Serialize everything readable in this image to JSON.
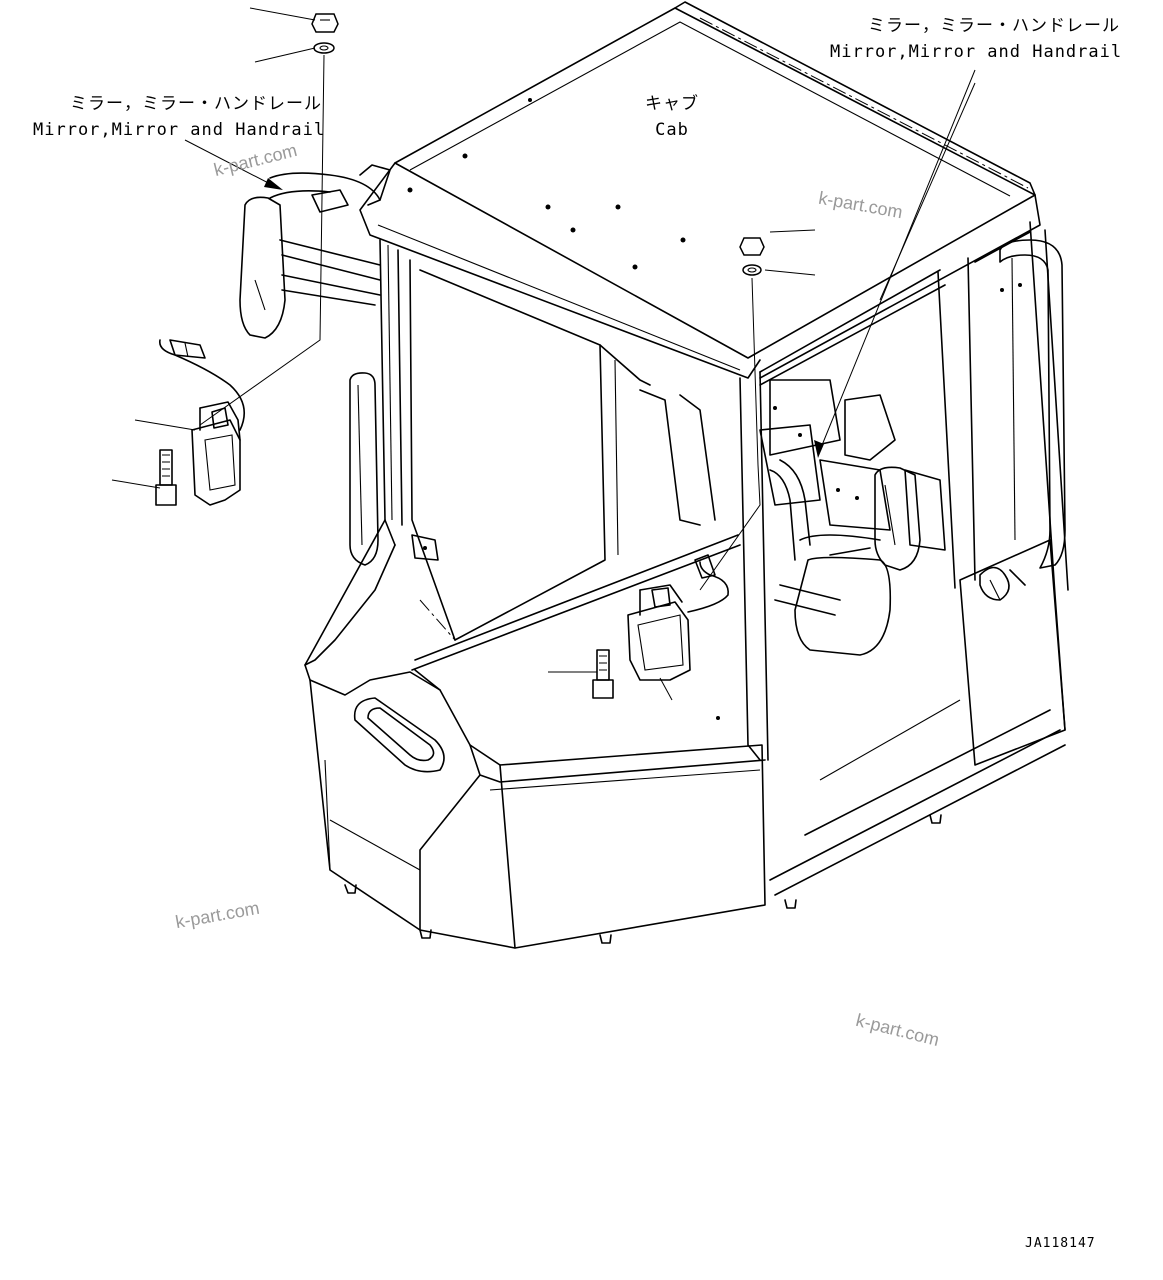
{
  "labels": {
    "mirror_left_jp": "ミラー，ミラー・ハンドレール",
    "mirror_left_en": "Mirror,Mirror and Handrail",
    "mirror_right_jp": "ミラー，ミラー・ハンドレール",
    "mirror_right_en": "Mirror,Mirror and Handrail",
    "cab_jp": "キャブ",
    "cab_en": "Cab"
  },
  "watermark": "k-part.com",
  "drawing_code": "JA118147"
}
